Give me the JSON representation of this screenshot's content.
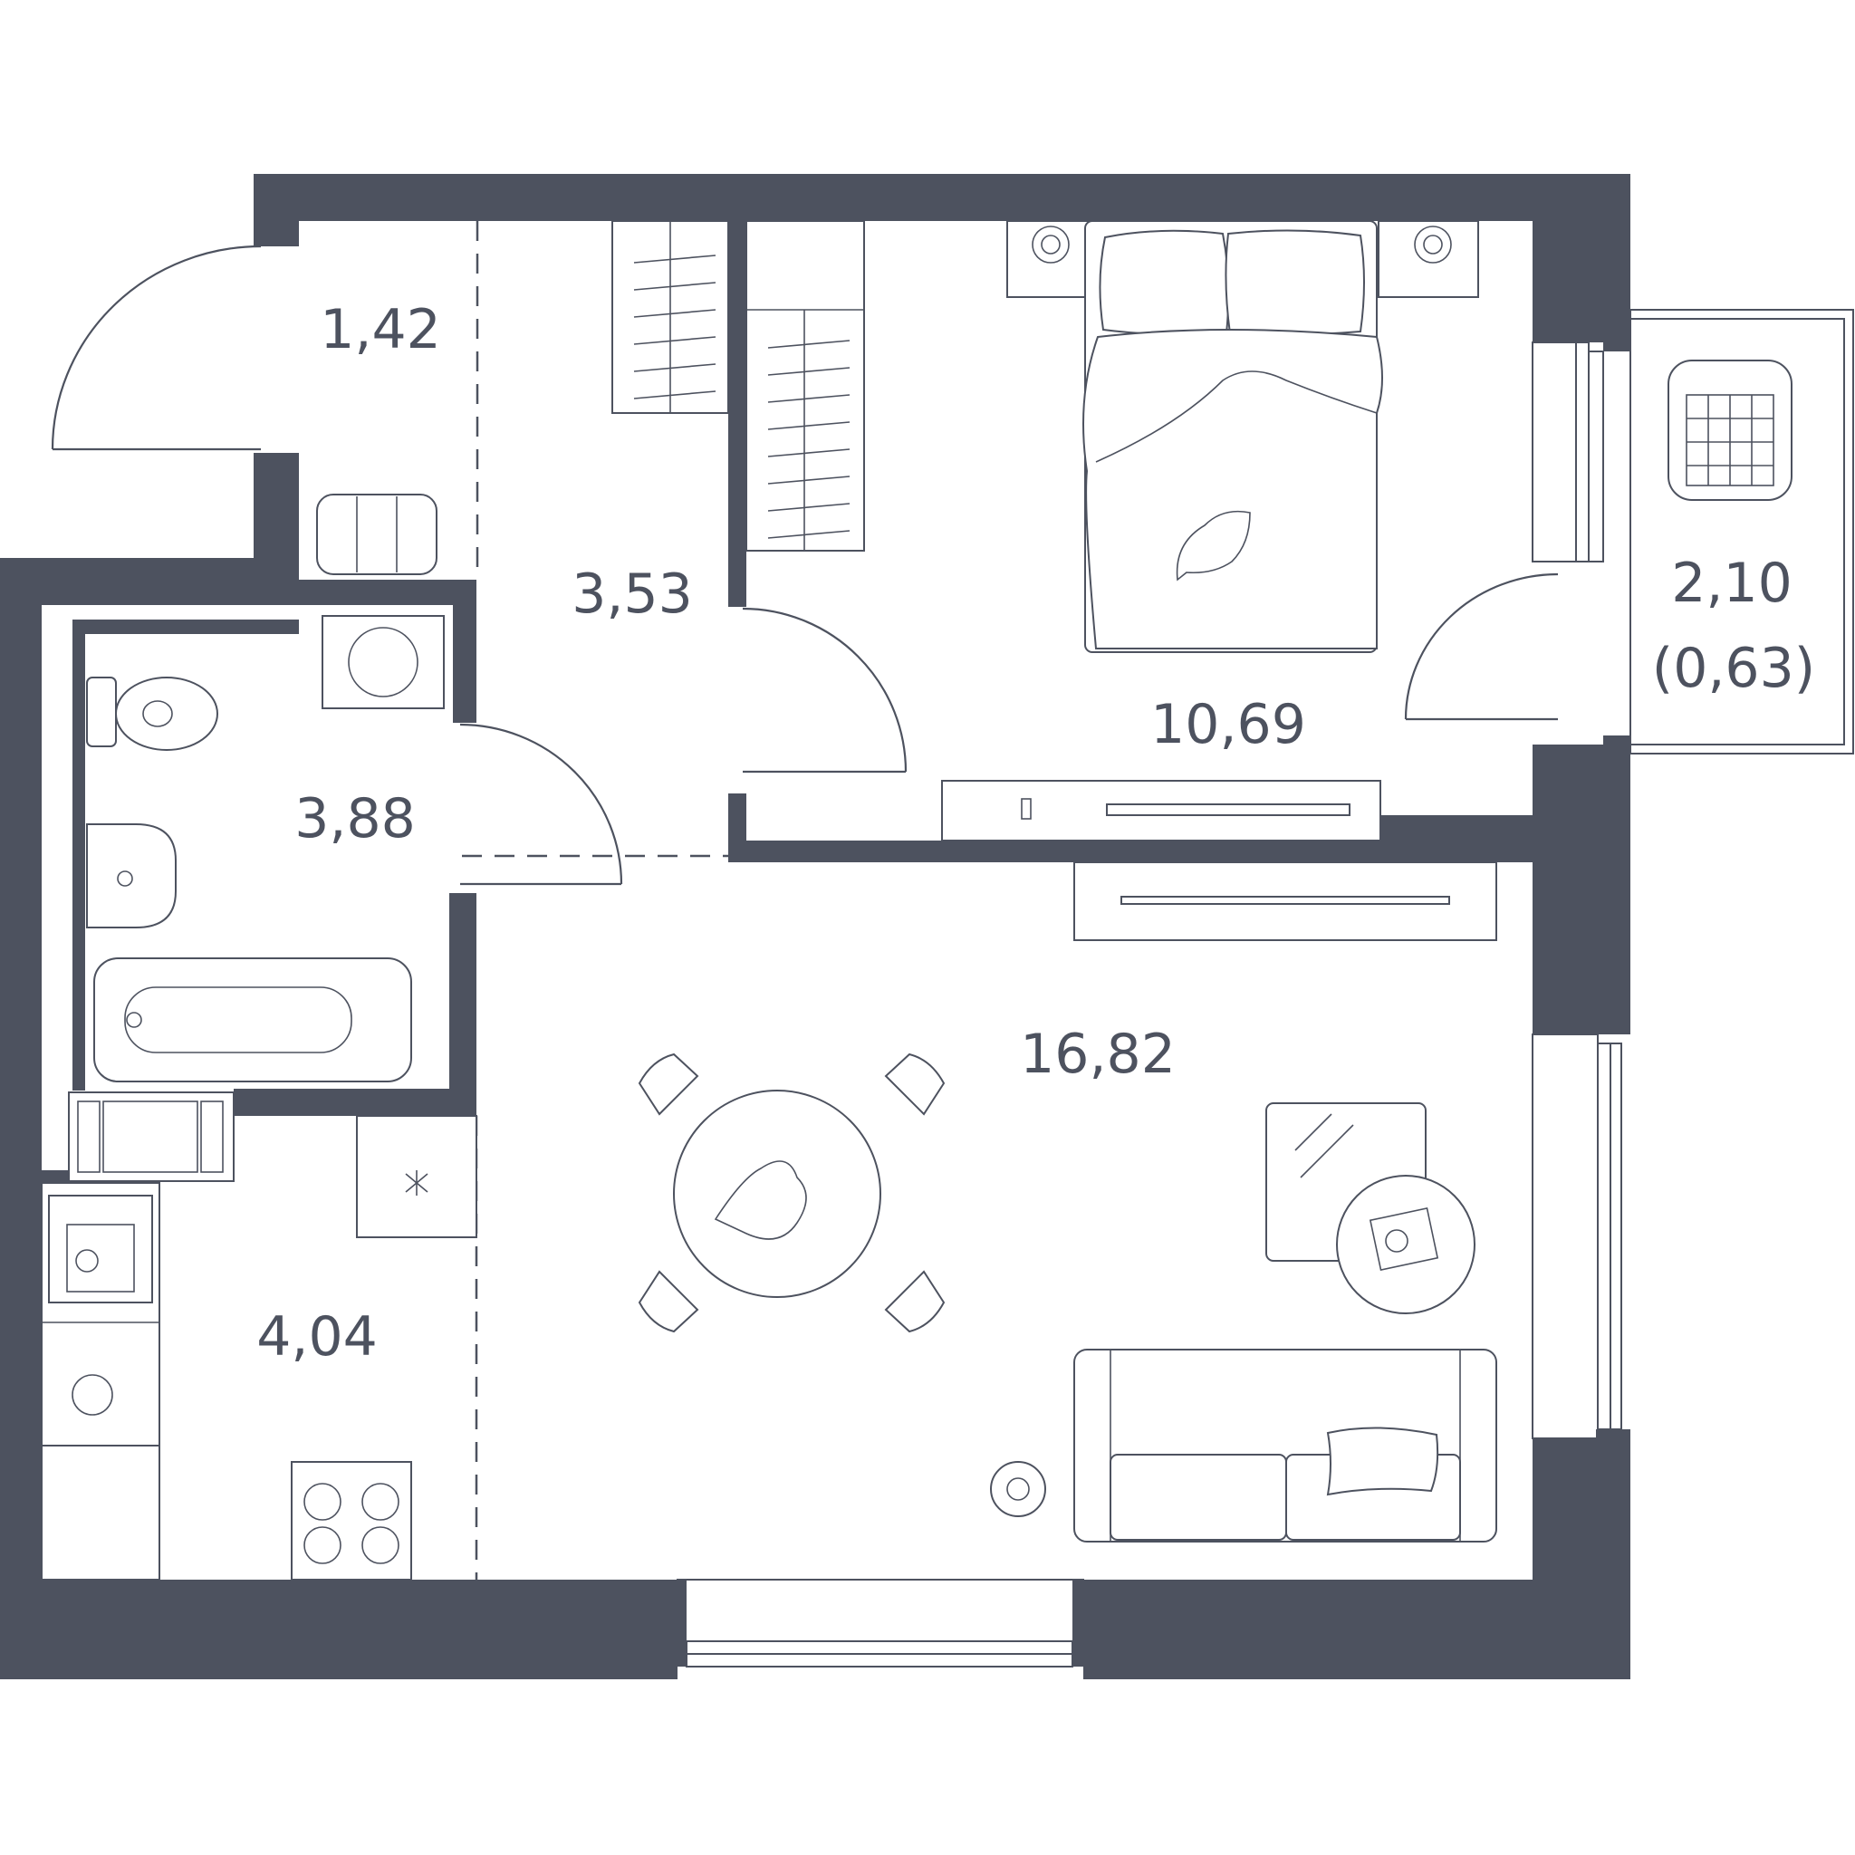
{
  "rooms": {
    "vestibule": {
      "area": "1,42"
    },
    "hall": {
      "area": "3,53"
    },
    "bathroom": {
      "area": "3,88"
    },
    "bedroom": {
      "area": "10,69"
    },
    "balcony": {
      "area": "2,10",
      "area_reduced": "(0,63)"
    },
    "living": {
      "area": "16,82"
    },
    "kitchen": {
      "area": "4,04"
    }
  },
  "colors": {
    "wall": "#4d525f",
    "background": "#ffffff"
  }
}
